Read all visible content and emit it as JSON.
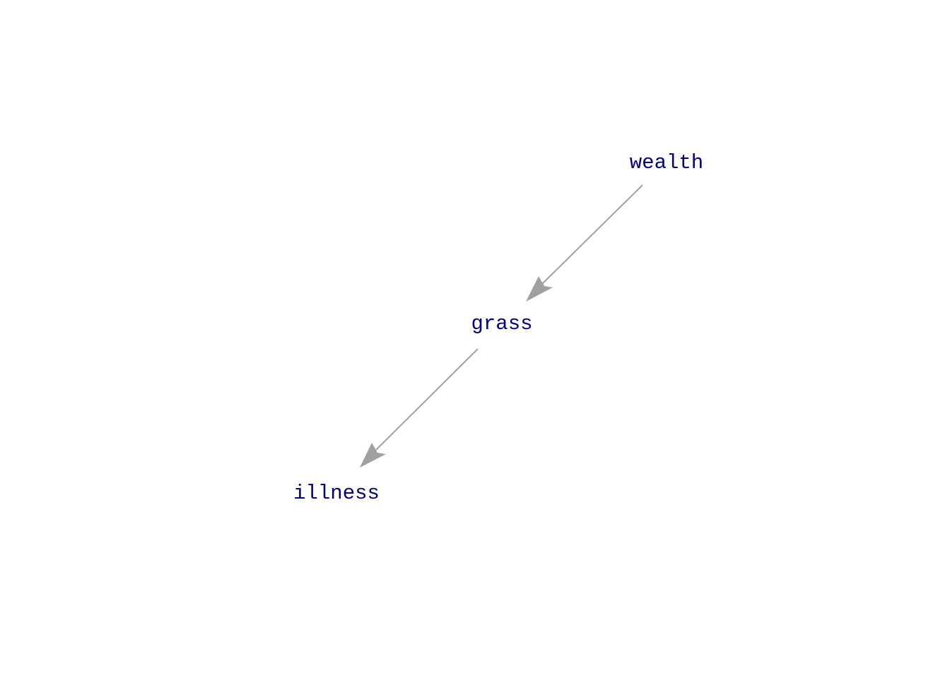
{
  "colors": {
    "node_text": "#00007f",
    "edge": "#a0a0a0",
    "background": "#ffffff"
  },
  "nodes": [
    {
      "id": "wealth",
      "label": "wealth"
    },
    {
      "id": "grass",
      "label": "grass"
    },
    {
      "id": "illness",
      "label": "illness"
    }
  ],
  "edges": [
    {
      "from": "wealth",
      "to": "grass"
    },
    {
      "from": "grass",
      "to": "illness"
    }
  ]
}
